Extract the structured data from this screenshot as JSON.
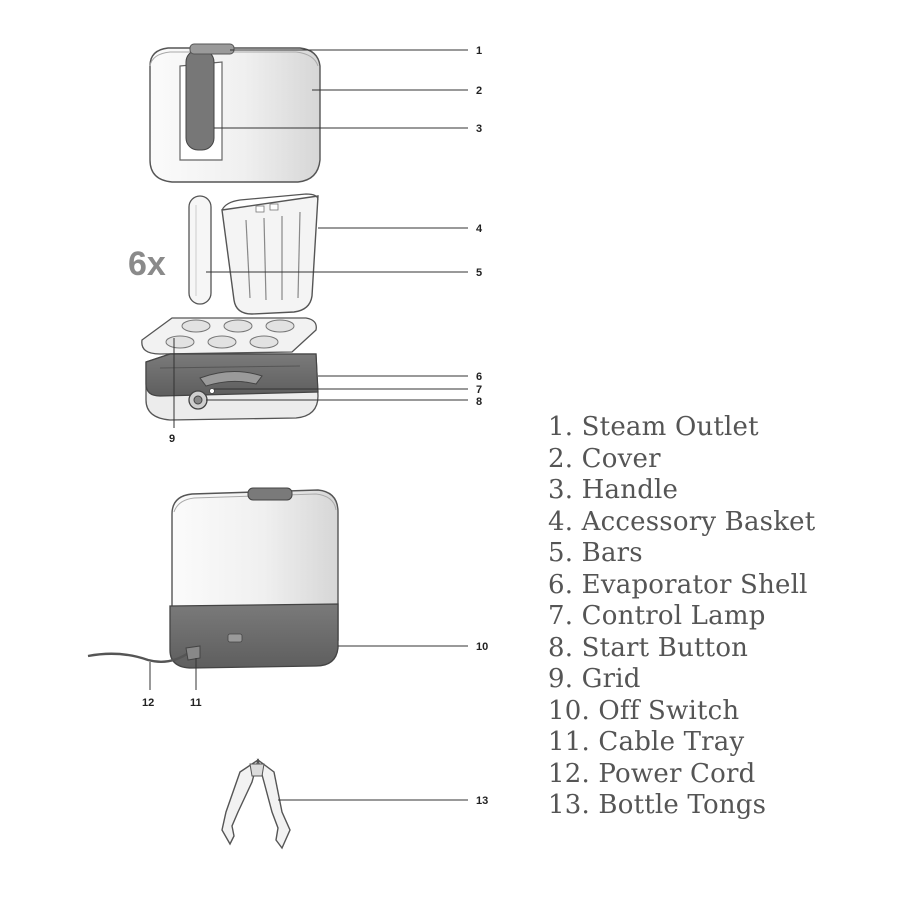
{
  "multiplier": "6x",
  "callouts": [
    "1",
    "2",
    "3",
    "4",
    "5",
    "6",
    "7",
    "8",
    "9",
    "10",
    "11",
    "12",
    "13"
  ],
  "legend": [
    "1. Steam Outlet",
    "2. Cover",
    "3. Handle",
    "4. Accessory Basket",
    "5. Bars",
    "6. Evaporator Shell",
    "7. Control Lamp",
    "8. Start Button",
    "9. Grid",
    "10. Off Switch",
    "11. Cable Tray",
    "12. Power Cord",
    "13. Bottle Tongs"
  ],
  "colors": {
    "outline": "#555555",
    "body": "#f3f3f3",
    "shade": "#dcdcdc",
    "base": "#6f6f6f",
    "handle": "#777777",
    "text": "#555555"
  }
}
